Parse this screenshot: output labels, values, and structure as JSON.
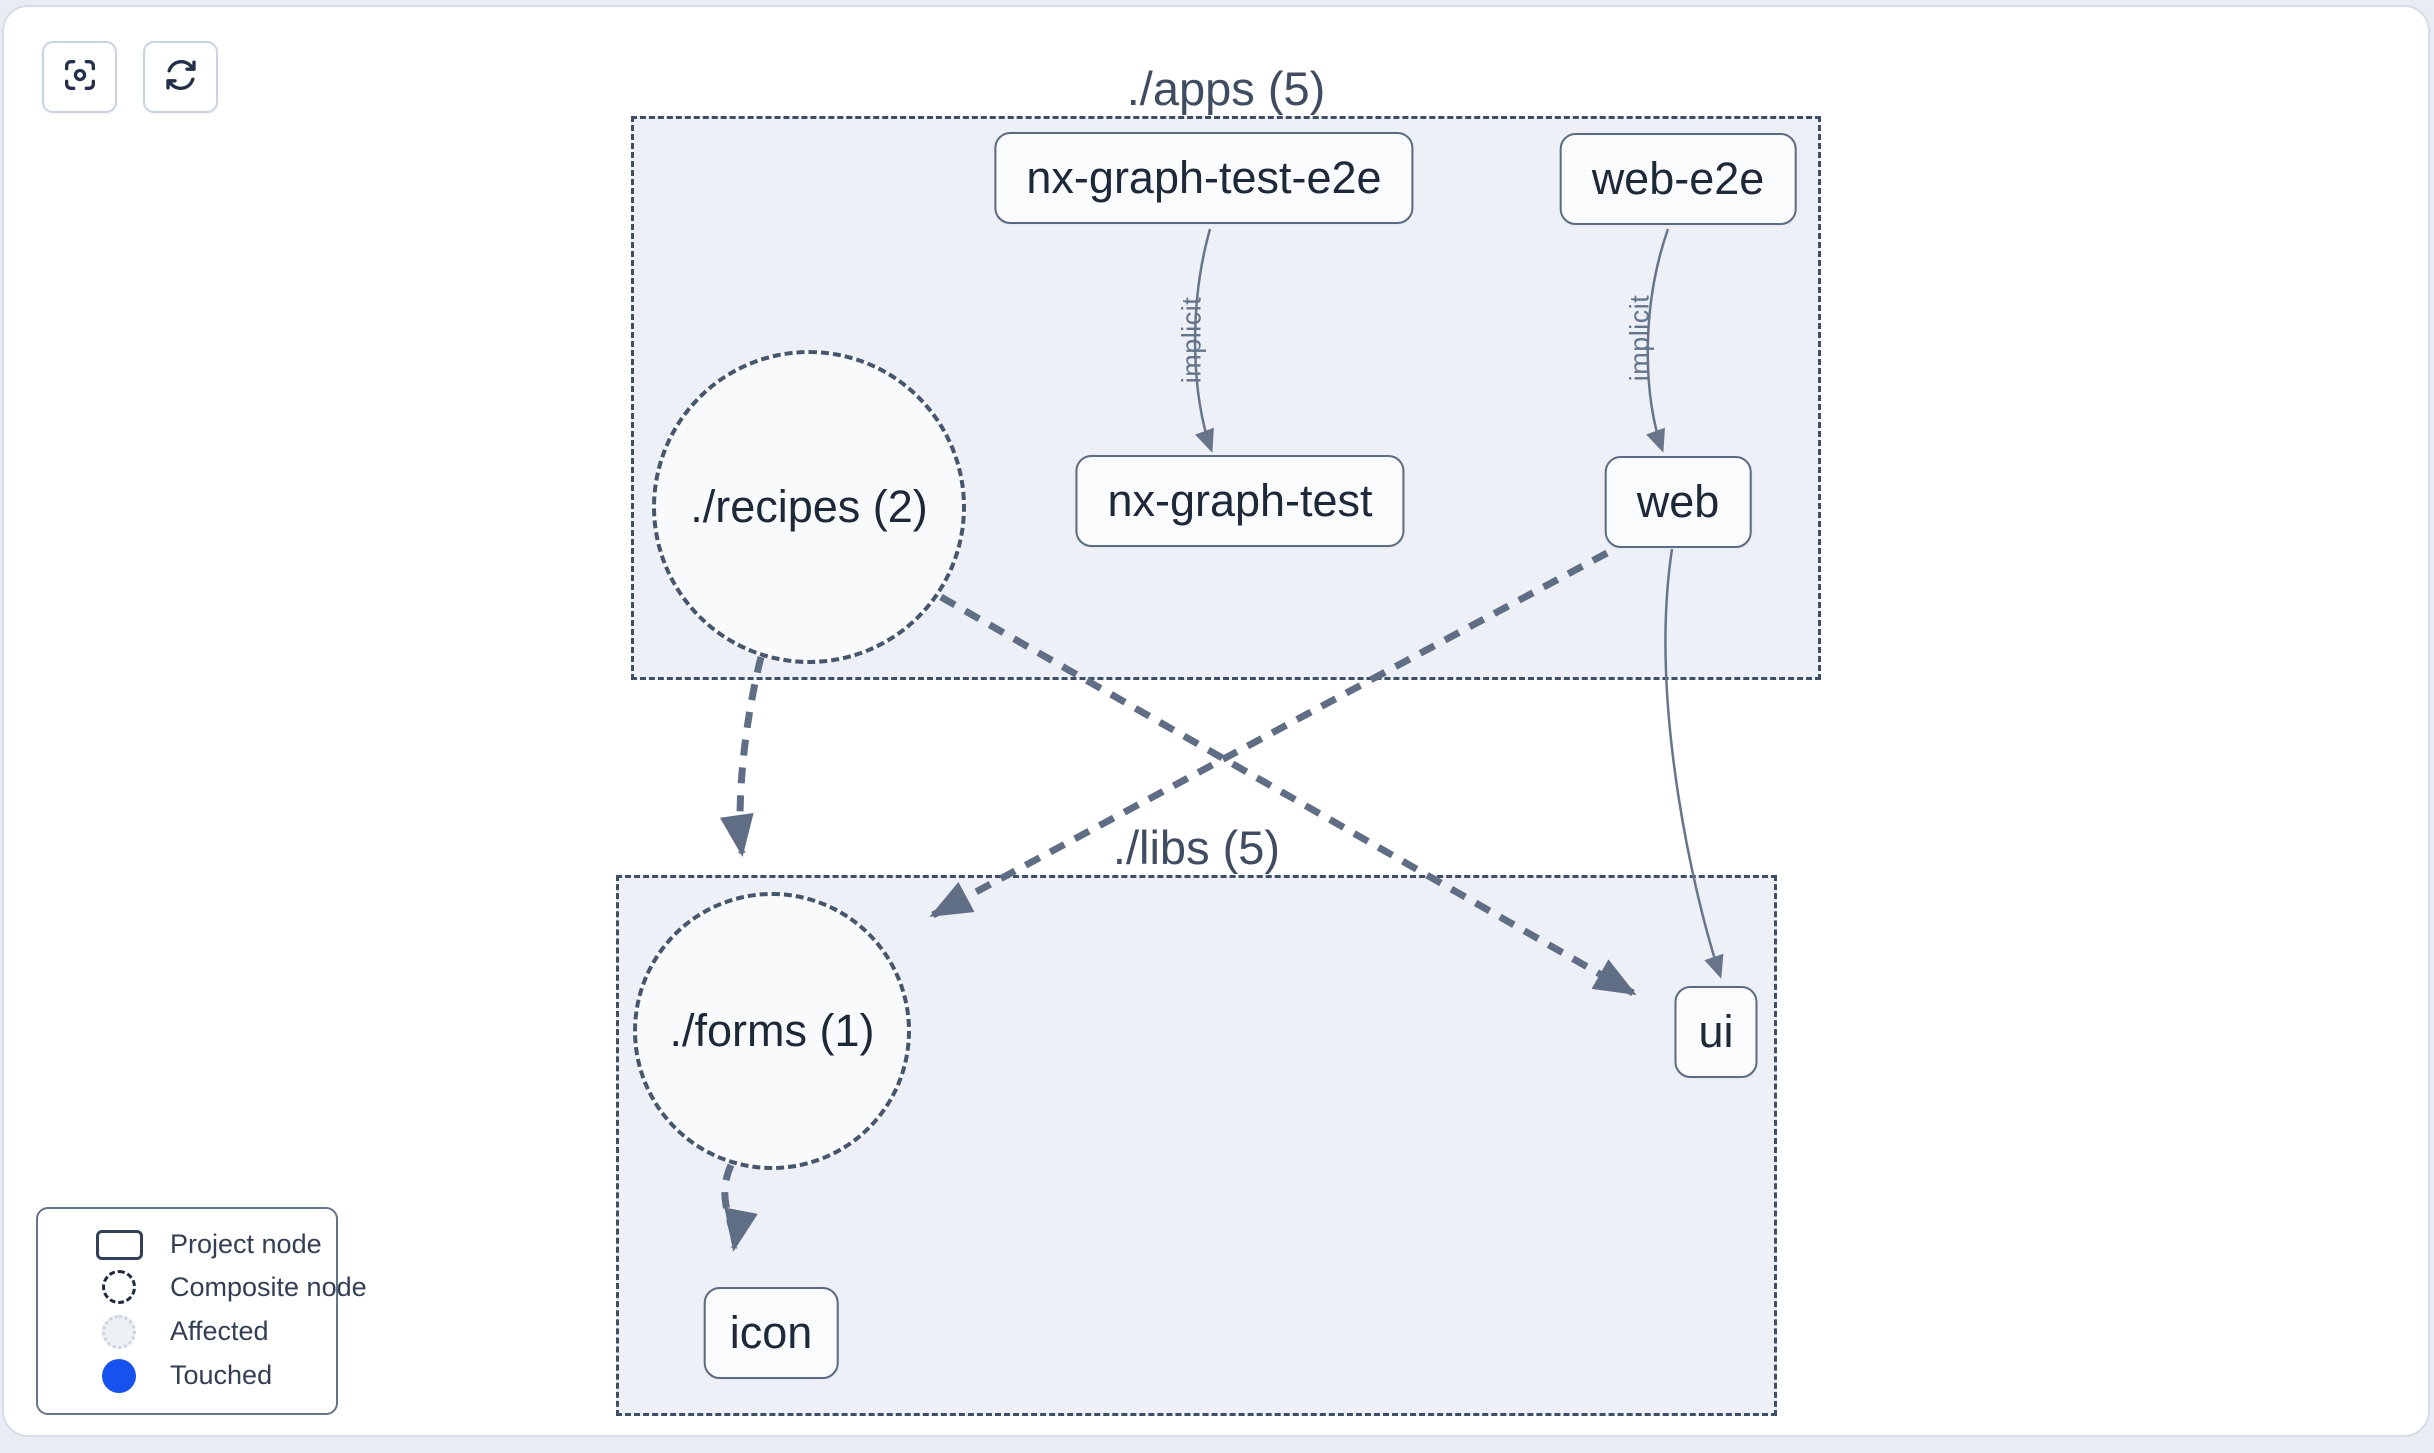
{
  "toolbar": {
    "buttons": [
      {
        "icon": "focus-center-icon"
      },
      {
        "icon": "refresh-icon"
      }
    ]
  },
  "graph": {
    "groups": [
      {
        "id": "apps",
        "label": "./apps (5)"
      },
      {
        "id": "libs",
        "label": "./libs (5)"
      }
    ],
    "composite_nodes": [
      {
        "id": "recipes",
        "label": "./recipes (2)",
        "group": "apps"
      },
      {
        "id": "forms",
        "label": "./forms (1)",
        "group": "libs"
      }
    ],
    "project_nodes": [
      {
        "id": "nx-graph-test-e2e",
        "label": "nx-graph-test-e2e",
        "group": "apps"
      },
      {
        "id": "web-e2e",
        "label": "web-e2e",
        "group": "apps"
      },
      {
        "id": "nx-graph-test",
        "label": "nx-graph-test",
        "group": "apps"
      },
      {
        "id": "web",
        "label": "web",
        "group": "apps"
      },
      {
        "id": "ui",
        "label": "ui",
        "group": "libs"
      },
      {
        "id": "icon",
        "label": "icon",
        "group": "libs"
      }
    ],
    "edges": [
      {
        "from": "nx-graph-test-e2e",
        "to": "nx-graph-test",
        "style": "solid-thin",
        "label": "implicit"
      },
      {
        "from": "web-e2e",
        "to": "web",
        "style": "solid-thin",
        "label": "implicit"
      },
      {
        "from": "web",
        "to": "ui",
        "style": "solid-thin",
        "label": ""
      },
      {
        "from": "./recipes",
        "to": "./forms",
        "style": "dashed-thick",
        "label": ""
      },
      {
        "from": "./recipes",
        "to": "ui",
        "style": "dashed-thick",
        "label": ""
      },
      {
        "from": "web",
        "to": "./forms",
        "style": "dashed-thick",
        "label": ""
      },
      {
        "from": "./forms",
        "to": "icon",
        "style": "dashed-thick",
        "label": ""
      }
    ]
  },
  "legend": {
    "items": [
      {
        "icon": "project-node-swatch",
        "label": "Project node"
      },
      {
        "icon": "composite-node-swatch",
        "label": "Composite node"
      },
      {
        "icon": "affected-swatch",
        "label": "Affected"
      },
      {
        "icon": "touched-swatch",
        "label": "Touched"
      }
    ]
  },
  "colors": {
    "touched_blue": "#1552ee",
    "group_fill": "#edf0f6",
    "edge_slate": "#5f6e84",
    "node_text": "#1d2839",
    "affected_fill": "#edf0f5"
  }
}
